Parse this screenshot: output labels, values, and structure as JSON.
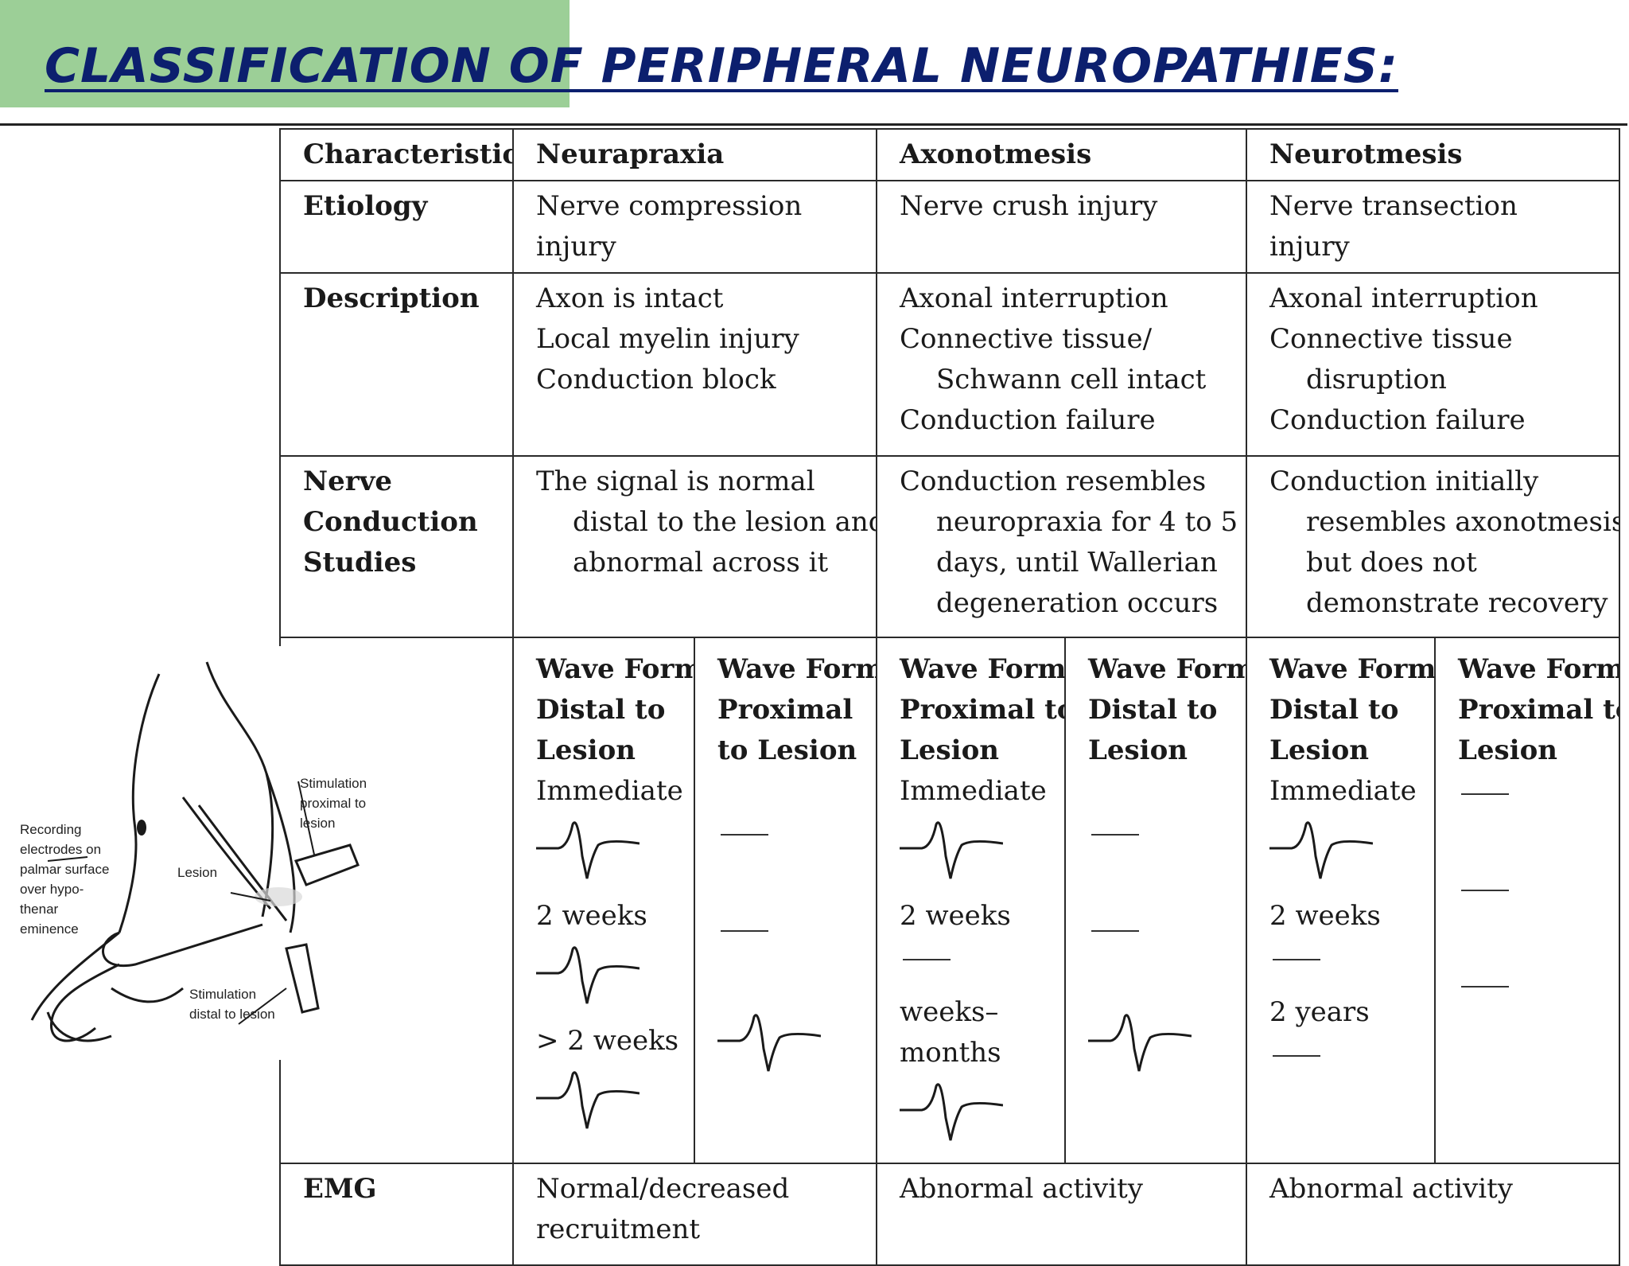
{
  "title": "CLASSIFICATION OF PERIPHERAL NEUROPATHIES:",
  "table": {
    "header": {
      "characteristics": "Characteristics",
      "neurapraxia": "Neurapraxia",
      "axonotmesis": "Axonotmesis",
      "neurotmesis": "Neurotmesis"
    },
    "etiology": {
      "label": "Etiology",
      "neurapraxia": "Nerve compression injury",
      "axonotmesis": "Nerve crush injury",
      "neurotmesis": "Nerve transection injury"
    },
    "description": {
      "label": "Description",
      "neurapraxia": [
        "Axon is intact",
        "Local myelin injury",
        "Conduction block"
      ],
      "axonotmesis": [
        "Axonal interruption",
        "Connective tissue/",
        "Schwann cell intact",
        "Conduction failure"
      ],
      "neurotmesis": [
        "Axonal interruption",
        "Connective tissue",
        "disruption",
        "Conduction failure"
      ]
    },
    "ncs": {
      "label": [
        "Nerve",
        "Conduction",
        "Studies"
      ],
      "neurapraxia": [
        "The signal is normal",
        "distal to the lesion and",
        "abnormal across it"
      ],
      "axonotmesis": [
        "Conduction resembles",
        "neuropraxia for 4 to 5",
        "days, until Wallerian",
        "degeneration occurs"
      ],
      "neurotmesis": [
        "Conduction initially",
        "resembles axonotmesis,",
        "but does not",
        "demonstrate recovery"
      ]
    },
    "waveforms": {
      "neurapraxia_distal": {
        "heading": [
          "Wave Form",
          "Distal to",
          "Lesion"
        ],
        "t1": "Immediate",
        "t2": "2 weeks",
        "t3": "> 2 weeks"
      },
      "neurapraxia_proximal": {
        "heading": [
          "Wave Form",
          "Proximal",
          "to Lesion"
        ]
      },
      "axonotmesis_proximal": {
        "heading": [
          "Wave Form",
          "Proximal to",
          "Lesion"
        ],
        "t1": "Immediate",
        "t2": "2 weeks",
        "t3a": "weeks–",
        "t3b": "months"
      },
      "axonotmesis_distal": {
        "heading": [
          "Wave Form",
          "Distal to",
          "Lesion"
        ]
      },
      "neurotmesis_distal": {
        "heading": [
          "Wave Form",
          "Distal to",
          "Lesion"
        ],
        "t1": "Immediate",
        "t2": "2 weeks",
        "t3": "2 years"
      },
      "neurotmesis_proximal": {
        "heading": [
          "Wave Form",
          "Proximal to",
          "Lesion"
        ]
      }
    },
    "emg": {
      "label": "EMG",
      "neurapraxia": [
        "Normal/decreased",
        "recruitment"
      ],
      "axonotmesis": "Abnormal activity",
      "neurotmesis": "Abnormal activity"
    }
  },
  "figure": {
    "recording": [
      "Recording",
      "electrodes on",
      "palmar surface",
      "over hypo-",
      "thenar",
      "eminence"
    ],
    "lesion": "Lesion",
    "stim_proximal": [
      "Stimulation",
      "proximal to",
      "lesion"
    ],
    "stim_distal": [
      "Stimulation",
      "distal to lesion"
    ]
  },
  "colors": {
    "title": "#0c1f6e",
    "title_bar": "#9ccf97"
  }
}
